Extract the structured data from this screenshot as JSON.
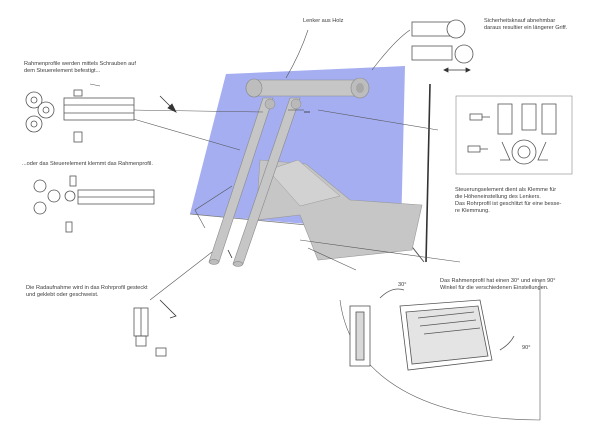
{
  "labels": {
    "lenker": "Lenker aus Holz",
    "knauf": [
      "Sicherheitsknauf abnehmbar",
      "daraus resultier ein längerer Griff."
    ],
    "rahmen": [
      "Rahmenprofile werden mittels Schrauben auf",
      "dem Steuerelement befestigt..."
    ],
    "klemmt": "...oder das Steuerelement klemmt das Rahmenprofil.",
    "steuerung": [
      "Steuerungselement dient als Klemme für",
      "die Höheneinstellung des Lenkers.",
      "Das Rohrprofil ist geschlitzt für eine besse-",
      "re Klemmung."
    ],
    "radaufnahme": [
      "Die Radaufnahme wird in das Rohrprofil gesteckt",
      "und geklebt oder geschweist."
    ],
    "profil": [
      "Das Rahmenprofil hat einen 30° und einen 90°",
      "Winkel für die verschiedenen Einstellungen."
    ],
    "deg30": "30°",
    "deg90": "90°"
  },
  "colors": {
    "panel": "#9aa5f0",
    "part": "#c6c6c6",
    "line": "#4a4a4a"
  }
}
